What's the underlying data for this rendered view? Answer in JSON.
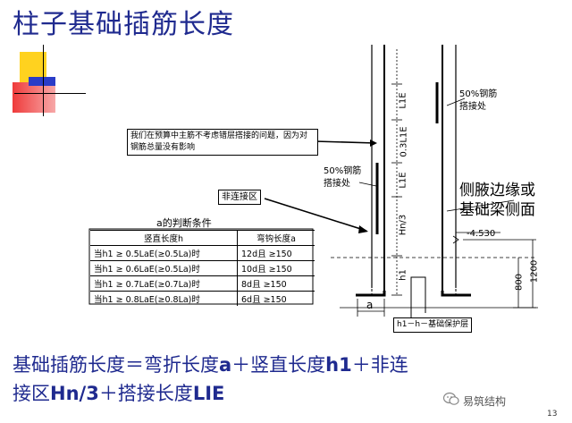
{
  "title": "柱子基础插筋长度",
  "callouts": {
    "note": "我们在预算中主筋不考虑错层搭接的问题，因为对钢筋总量没有影响",
    "non_connect": "非连接区",
    "cover": "h1－h－基础保护层"
  },
  "labels": {
    "lap_top_1": "50%钢筋",
    "lap_top_2": "搭接处",
    "lap_mid_1": "50%钢筋",
    "lap_mid_2": "搭接处",
    "side_1": "侧腋边缘或",
    "side_2": "基础梁侧面",
    "elev": "-4.530",
    "a": "a"
  },
  "dims": {
    "l1e_top": "L1E",
    "l1e_03": "0.3L1E",
    "l1e_mid": "L1E",
    "hn3": "Hn/3",
    "h1": "h1",
    "d800": "800",
    "d1200": "1200"
  },
  "table": {
    "caption": "a的判断条件",
    "headers": [
      "竖直长度h",
      "弯钩长度a"
    ],
    "rows": [
      [
        "当h1 ≥ 0.5LaE(≥0.5La)时",
        "12d且 ≥150"
      ],
      [
        "当h1 ≥ 0.6LaE(≥0.5La)时",
        "10d且 ≥150"
      ],
      [
        "当h1 ≥ 0.7LaE(≥0.7La)时",
        "8d且 ≥150"
      ],
      [
        "当h1 ≥ 0.8LaE(≥0.8La)时",
        "6d且 ≥150"
      ]
    ]
  },
  "formula": {
    "line1_a": "基础插筋长度＝弯折长度",
    "line1_b": "a",
    "line1_c": "＋竖直长度",
    "line1_d": "h1",
    "line1_e": "＋非连",
    "line2_a": "接区",
    "line2_b": "Hn/3",
    "line2_c": "＋搭接长度",
    "line2_d": "LIE"
  },
  "watermark": "易筑结构",
  "page_number": "13",
  "colors": {
    "title": "#1f2a8f",
    "deco_yellow": "#ffd21f",
    "deco_red": "#ef3b3b",
    "deco_blue": "#2a3cc7"
  }
}
